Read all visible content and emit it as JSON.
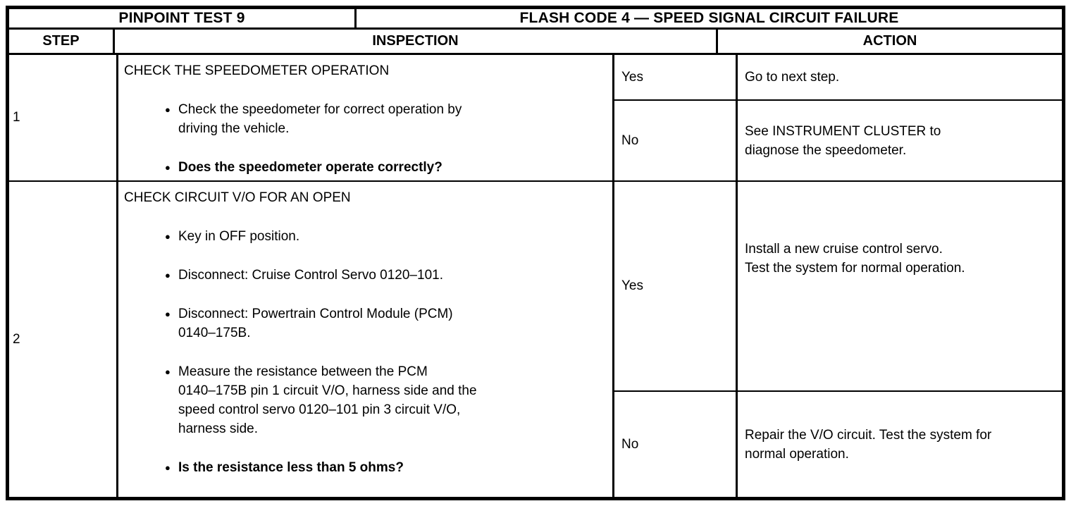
{
  "header": {
    "pinpoint_title": "PINPOINT TEST 9",
    "flash_code_title": "FLASH CODE 4 — SPEED SIGNAL CIRCUIT FAILURE",
    "columns": {
      "step": "STEP",
      "inspection": "INSPECTION",
      "action": "ACTION"
    }
  },
  "icons": {
    "bullet": "●"
  },
  "steps": [
    {
      "number": "1",
      "inspection": {
        "title": "CHECK THE SPEEDOMETER OPERATION",
        "bullets": [
          {
            "text": "Check the speedometer for correct operation by\ndriving the vehicle.",
            "bold": false
          },
          {
            "text": "Does the speedometer operate correctly?",
            "bold": true
          }
        ]
      },
      "results": [
        {
          "answer": "Yes",
          "action": "Go to next step."
        },
        {
          "answer": "No",
          "action": "See INSTRUMENT CLUSTER to\ndiagnose the speedometer."
        }
      ]
    },
    {
      "number": "2",
      "inspection": {
        "title": "CHECK CIRCUIT V/O FOR AN OPEN",
        "bullets": [
          {
            "text": "Key in OFF position.",
            "bold": false
          },
          {
            "text": "Disconnect: Cruise Control Servo 0120–101.",
            "bold": false
          },
          {
            "text": "Disconnect: Powertrain Control Module (PCM)\n0140–175B.",
            "bold": false
          },
          {
            "text": "Measure the resistance between the PCM\n0140–175B pin 1 circuit V/O, harness side and the\nspeed control servo 0120–101 pin 3 circuit V/O,\nharness side.",
            "bold": false
          },
          {
            "text": "Is the resistance less than 5 ohms?",
            "bold": true
          }
        ]
      },
      "results": [
        {
          "answer": "Yes",
          "action": "Install a new cruise control servo.\nTest the system for normal operation."
        },
        {
          "answer": "No",
          "action": "Repair the V/O circuit. Test the system for\nnormal operation."
        }
      ]
    }
  ]
}
